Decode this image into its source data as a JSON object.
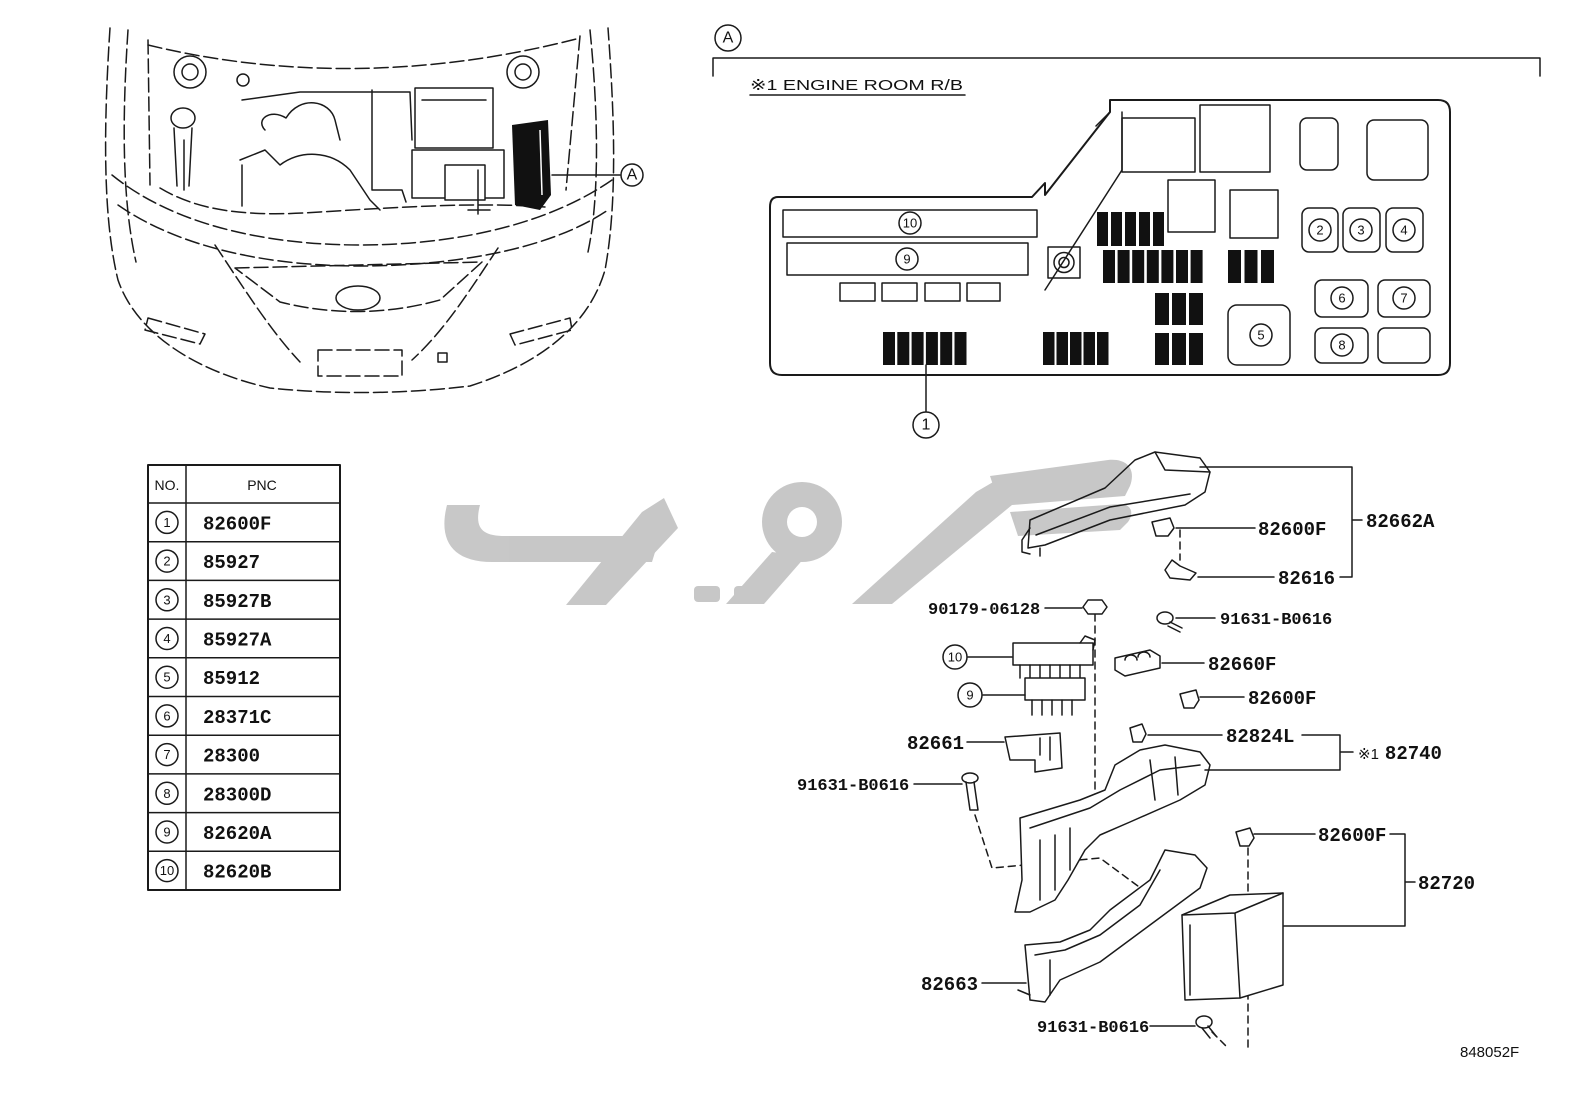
{
  "car_view": {
    "callout": "A"
  },
  "panel_a": {
    "label": "A",
    "title": "※1 ENGINE ROOM R/B",
    "callouts": {
      "n1": "1",
      "n2": "2",
      "n3": "3",
      "n4": "4",
      "n5": "5",
      "n6": "6",
      "n7": "7",
      "n8": "8",
      "n9": "9",
      "n10": "10"
    }
  },
  "table": {
    "header_no": "NO.",
    "header_pnc": "PNC",
    "rows": [
      {
        "no": "1",
        "pnc": "82600F"
      },
      {
        "no": "2",
        "pnc": "85927"
      },
      {
        "no": "3",
        "pnc": "85927B"
      },
      {
        "no": "4",
        "pnc": "85927A"
      },
      {
        "no": "5",
        "pnc": "85912"
      },
      {
        "no": "6",
        "pnc": "28371C"
      },
      {
        "no": "7",
        "pnc": "28300"
      },
      {
        "no": "8",
        "pnc": "28300D"
      },
      {
        "no": "9",
        "pnc": "82620A"
      },
      {
        "no": "10",
        "pnc": "82620B"
      }
    ]
  },
  "exploded_view": {
    "cover_clip": "82600F",
    "cover": "82662A",
    "cover_part": "82616",
    "nut": "90179-06128",
    "bolt_upper": "91631-B0616",
    "relay_holder": "82660F",
    "clip_mid": "82600F",
    "block_part": "82824L",
    "block_note": "※1",
    "block": "82740",
    "bracket": "82661",
    "bolt_left": "91631-B0616",
    "clip_lower": "82600F",
    "lower_block": "82720",
    "lower_cover": "82663",
    "bolt_lower": "91631-B0616",
    "ref_10": "10",
    "ref_9": "9"
  },
  "drawing_number": "848052F",
  "colors": {
    "line": "#1a1a1a",
    "watermark": "#c2c2c2",
    "background": "#ffffff"
  }
}
